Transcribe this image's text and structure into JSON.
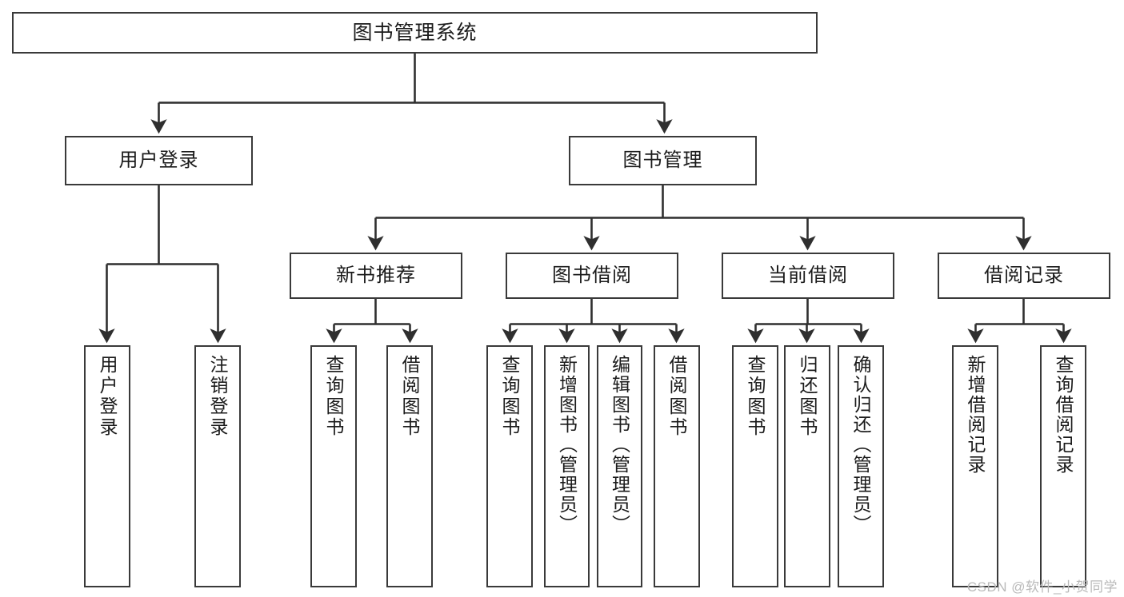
{
  "diagram": {
    "title": "图书管理系统",
    "type": "tree-hierarchy-chart",
    "colors": {
      "border": "#3a3a3a",
      "background": "#ffffff",
      "text": "#1b1b1b",
      "connector": "#2f2f2f",
      "watermark": "#b9b9b9"
    },
    "watermark": "CSDN @软件_小贺同学",
    "root": {
      "label": "图书管理系统"
    },
    "level1": [
      {
        "label": "用户登录"
      },
      {
        "label": "图书管理"
      }
    ],
    "level2": [
      {
        "label": "新书推荐"
      },
      {
        "label": "图书借阅"
      },
      {
        "label": "当前借阅"
      },
      {
        "label": "借阅记录"
      }
    ],
    "leaves": {
      "user_login": [
        {
          "label": "用户登录"
        },
        {
          "label": "注销登录"
        }
      ],
      "new_book_recommend": [
        {
          "label": "查询图书"
        },
        {
          "label": "借阅图书"
        }
      ],
      "book_borrow": [
        {
          "label": "查询图书"
        },
        {
          "label": "新增图书（管理员）"
        },
        {
          "label": "编辑图书（管理员）"
        },
        {
          "label": "借阅图书"
        }
      ],
      "current_borrow": [
        {
          "label": "查询图书"
        },
        {
          "label": "归还图书"
        },
        {
          "label": "确认归还（管理员）"
        }
      ],
      "borrow_record": [
        {
          "label": "新增借阅记录"
        },
        {
          "label": "查询借阅记录"
        }
      ]
    }
  }
}
